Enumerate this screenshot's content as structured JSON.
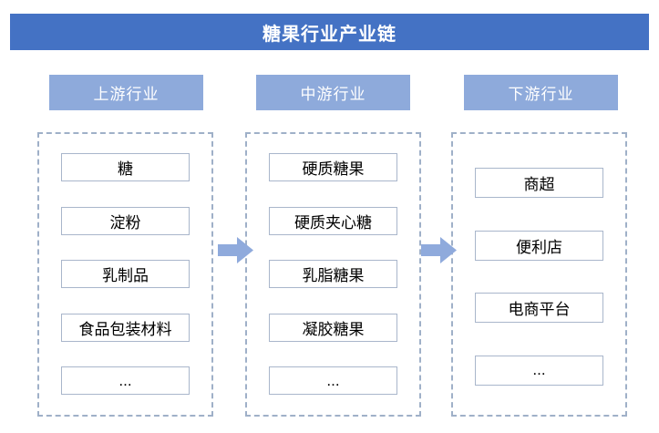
{
  "title": "糖果行业产业链",
  "colors": {
    "banner_fill": "#4472C4",
    "header_fill": "#8EAADB",
    "arrow_fill": "#8FAADC",
    "box_border": "#A9B6CB",
    "dashed_border": "#9FB0C8",
    "banner_text": "#FFFFFF",
    "item_text": "#000000"
  },
  "columns": [
    {
      "header": "上游行业",
      "items": [
        "糖",
        "淀粉",
        "乳制品",
        "食品包装材料",
        "..."
      ]
    },
    {
      "header": "中游行业",
      "items": [
        "硬质糖果",
        "硬质夹心糖",
        "乳脂糖果",
        "凝胶糖果",
        "..."
      ]
    },
    {
      "header": "下游行业",
      "items": [
        "商超",
        "便利店",
        "电商平台",
        "..."
      ]
    }
  ]
}
